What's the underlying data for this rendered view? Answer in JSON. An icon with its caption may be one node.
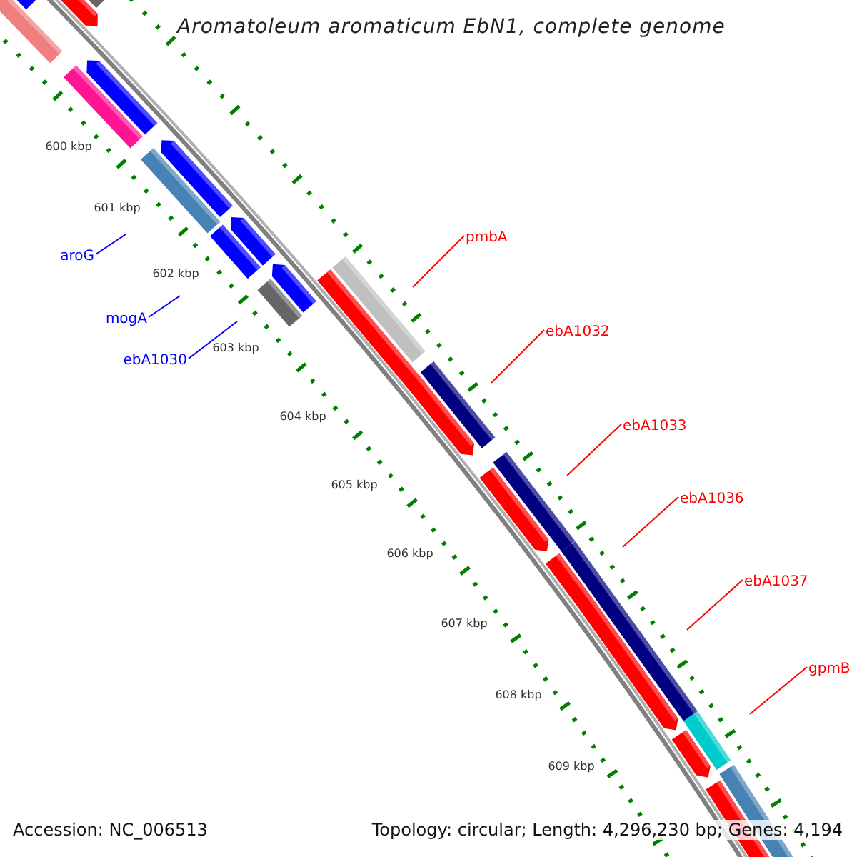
{
  "diagram": {
    "title": "Aromatoleum aromaticum EbN1, complete genome",
    "nodes": [
      {
        "text": [
          "aroG"
        ]
      },
      {
        "text": [
          "mogA"
        ]
      },
      {
        "text": [
          "ebA1030"
        ]
      },
      {
        "text": [
          "pmbA"
        ]
      },
      {
        "text": [
          "ebA1032"
        ]
      },
      {
        "text": [
          "ebA1033"
        ]
      },
      {
        "text": [
          "ebA1036"
        ]
      },
      {
        "text": [
          "ebA1037"
        ]
      },
      {
        "text": [
          "gpmB"
        ]
      }
    ],
    "edges": [
      {
        "from": 0,
        "to": null,
        "arrow": "none",
        "color": "#0000ff"
      },
      {
        "from": 1,
        "to": null,
        "arrow": "none",
        "color": "#0000ff"
      },
      {
        "from": 2,
        "to": null,
        "arrow": "none",
        "color": "#0000ff"
      },
      {
        "from": 3,
        "to": null,
        "arrow": "none",
        "color": "#ff0000"
      },
      {
        "from": 4,
        "to": null,
        "arrow": "none",
        "color": "#ff0000"
      },
      {
        "from": 5,
        "to": null,
        "arrow": "none",
        "color": "#ff0000"
      },
      {
        "from": 6,
        "to": null,
        "arrow": "none",
        "color": "#ff0000"
      },
      {
        "from": 7,
        "to": null,
        "arrow": "none",
        "color": "#ff0000"
      },
      {
        "from": 8,
        "to": null,
        "arrow": "none",
        "color": "#ff0000"
      }
    ],
    "labels": [
      "600 kbp",
      "601 kbp",
      "602 kbp",
      "603 kbp",
      "604 kbp",
      "605 kbp",
      "606 kbp",
      "607 kbp",
      "608 kbp",
      "609 kbp",
      "Accession: NC_006513",
      "Topology: circular; Length: 4,296,230 bp; Genes: 4,194"
    ]
  }
}
